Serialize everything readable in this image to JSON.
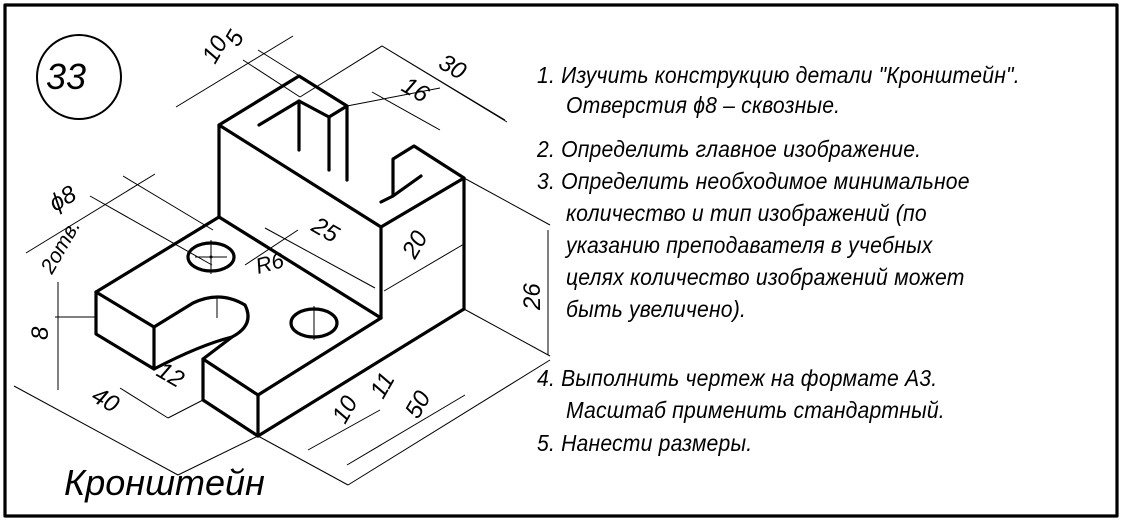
{
  "card_number": "33",
  "part_name": "Кронштейн",
  "dimensions": {
    "d10": "10",
    "d5": "5",
    "d30": "30",
    "d16": "16",
    "phi8": "ϕ8",
    "holes": "2отв.",
    "d25": "25",
    "d20": "20",
    "r6": "R6",
    "d26": "26",
    "d8": "8",
    "d12": "12",
    "d40": "40",
    "d10b": "10",
    "d11": "11",
    "d50": "50"
  },
  "tasks": [
    "1.  Изучить конструкцию детали \"Кронштейн\".",
    "Отверстия ϕ8 – сквозные.",
    "2. Определить главное изображение.",
    "3. Определить необходимое минимальное",
    "количество и тип изображений (по",
    "указанию преподавателя в учебных",
    "целях количество изображений может",
    "быть увеличено).",
    "4. Выполнить чертеж на формате А3.",
    "Масштаб применить стандартный.",
    "5. Нанести размеры."
  ]
}
